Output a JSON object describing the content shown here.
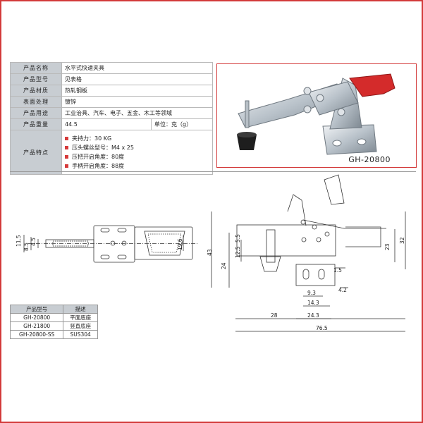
{
  "spec_table": {
    "rows": [
      {
        "label": "产品名称",
        "value": "水平式快速夹具"
      },
      {
        "label": "产品型号",
        "value": "见表格"
      },
      {
        "label": "产品材质",
        "value": "热轧钢板"
      },
      {
        "label": "表面处理",
        "value": "镀锌"
      },
      {
        "label": "产品用途",
        "value": "工业治具、汽车、电子、五金、木工等领域"
      }
    ],
    "weight": {
      "label": "产品重量",
      "value": "44.5",
      "unit": "单位：克（g）"
    },
    "features": {
      "label": "产品特点",
      "items": [
        "夹持力：30 KG",
        "压头螺丝型号：M4 x 25",
        "压把开启角度：80度",
        "手柄开启角度：88度"
      ]
    }
  },
  "photo": {
    "label": "GH-20800"
  },
  "dimensions": {
    "front": [
      "11.5",
      "8.5",
      "4.5",
      "19.6"
    ],
    "side": [
      "43",
      "5.5",
      "12.5",
      "24",
      "1.5",
      "9.3",
      "14.3",
      "4.2",
      "28",
      "24.3",
      "76.5",
      "23",
      "32"
    ]
  },
  "model_table": {
    "headers": [
      "产品型号",
      "描述"
    ],
    "rows": [
      [
        "GH-20800",
        "平面底座"
      ],
      [
        "GH-21800",
        "竖直底座"
      ],
      [
        "GH-20800-SS",
        "SUS304"
      ]
    ]
  },
  "colors": {
    "frame": "#d33a3a",
    "label_bg": "#c8cdd2",
    "handle_red": "#d42b2b"
  }
}
